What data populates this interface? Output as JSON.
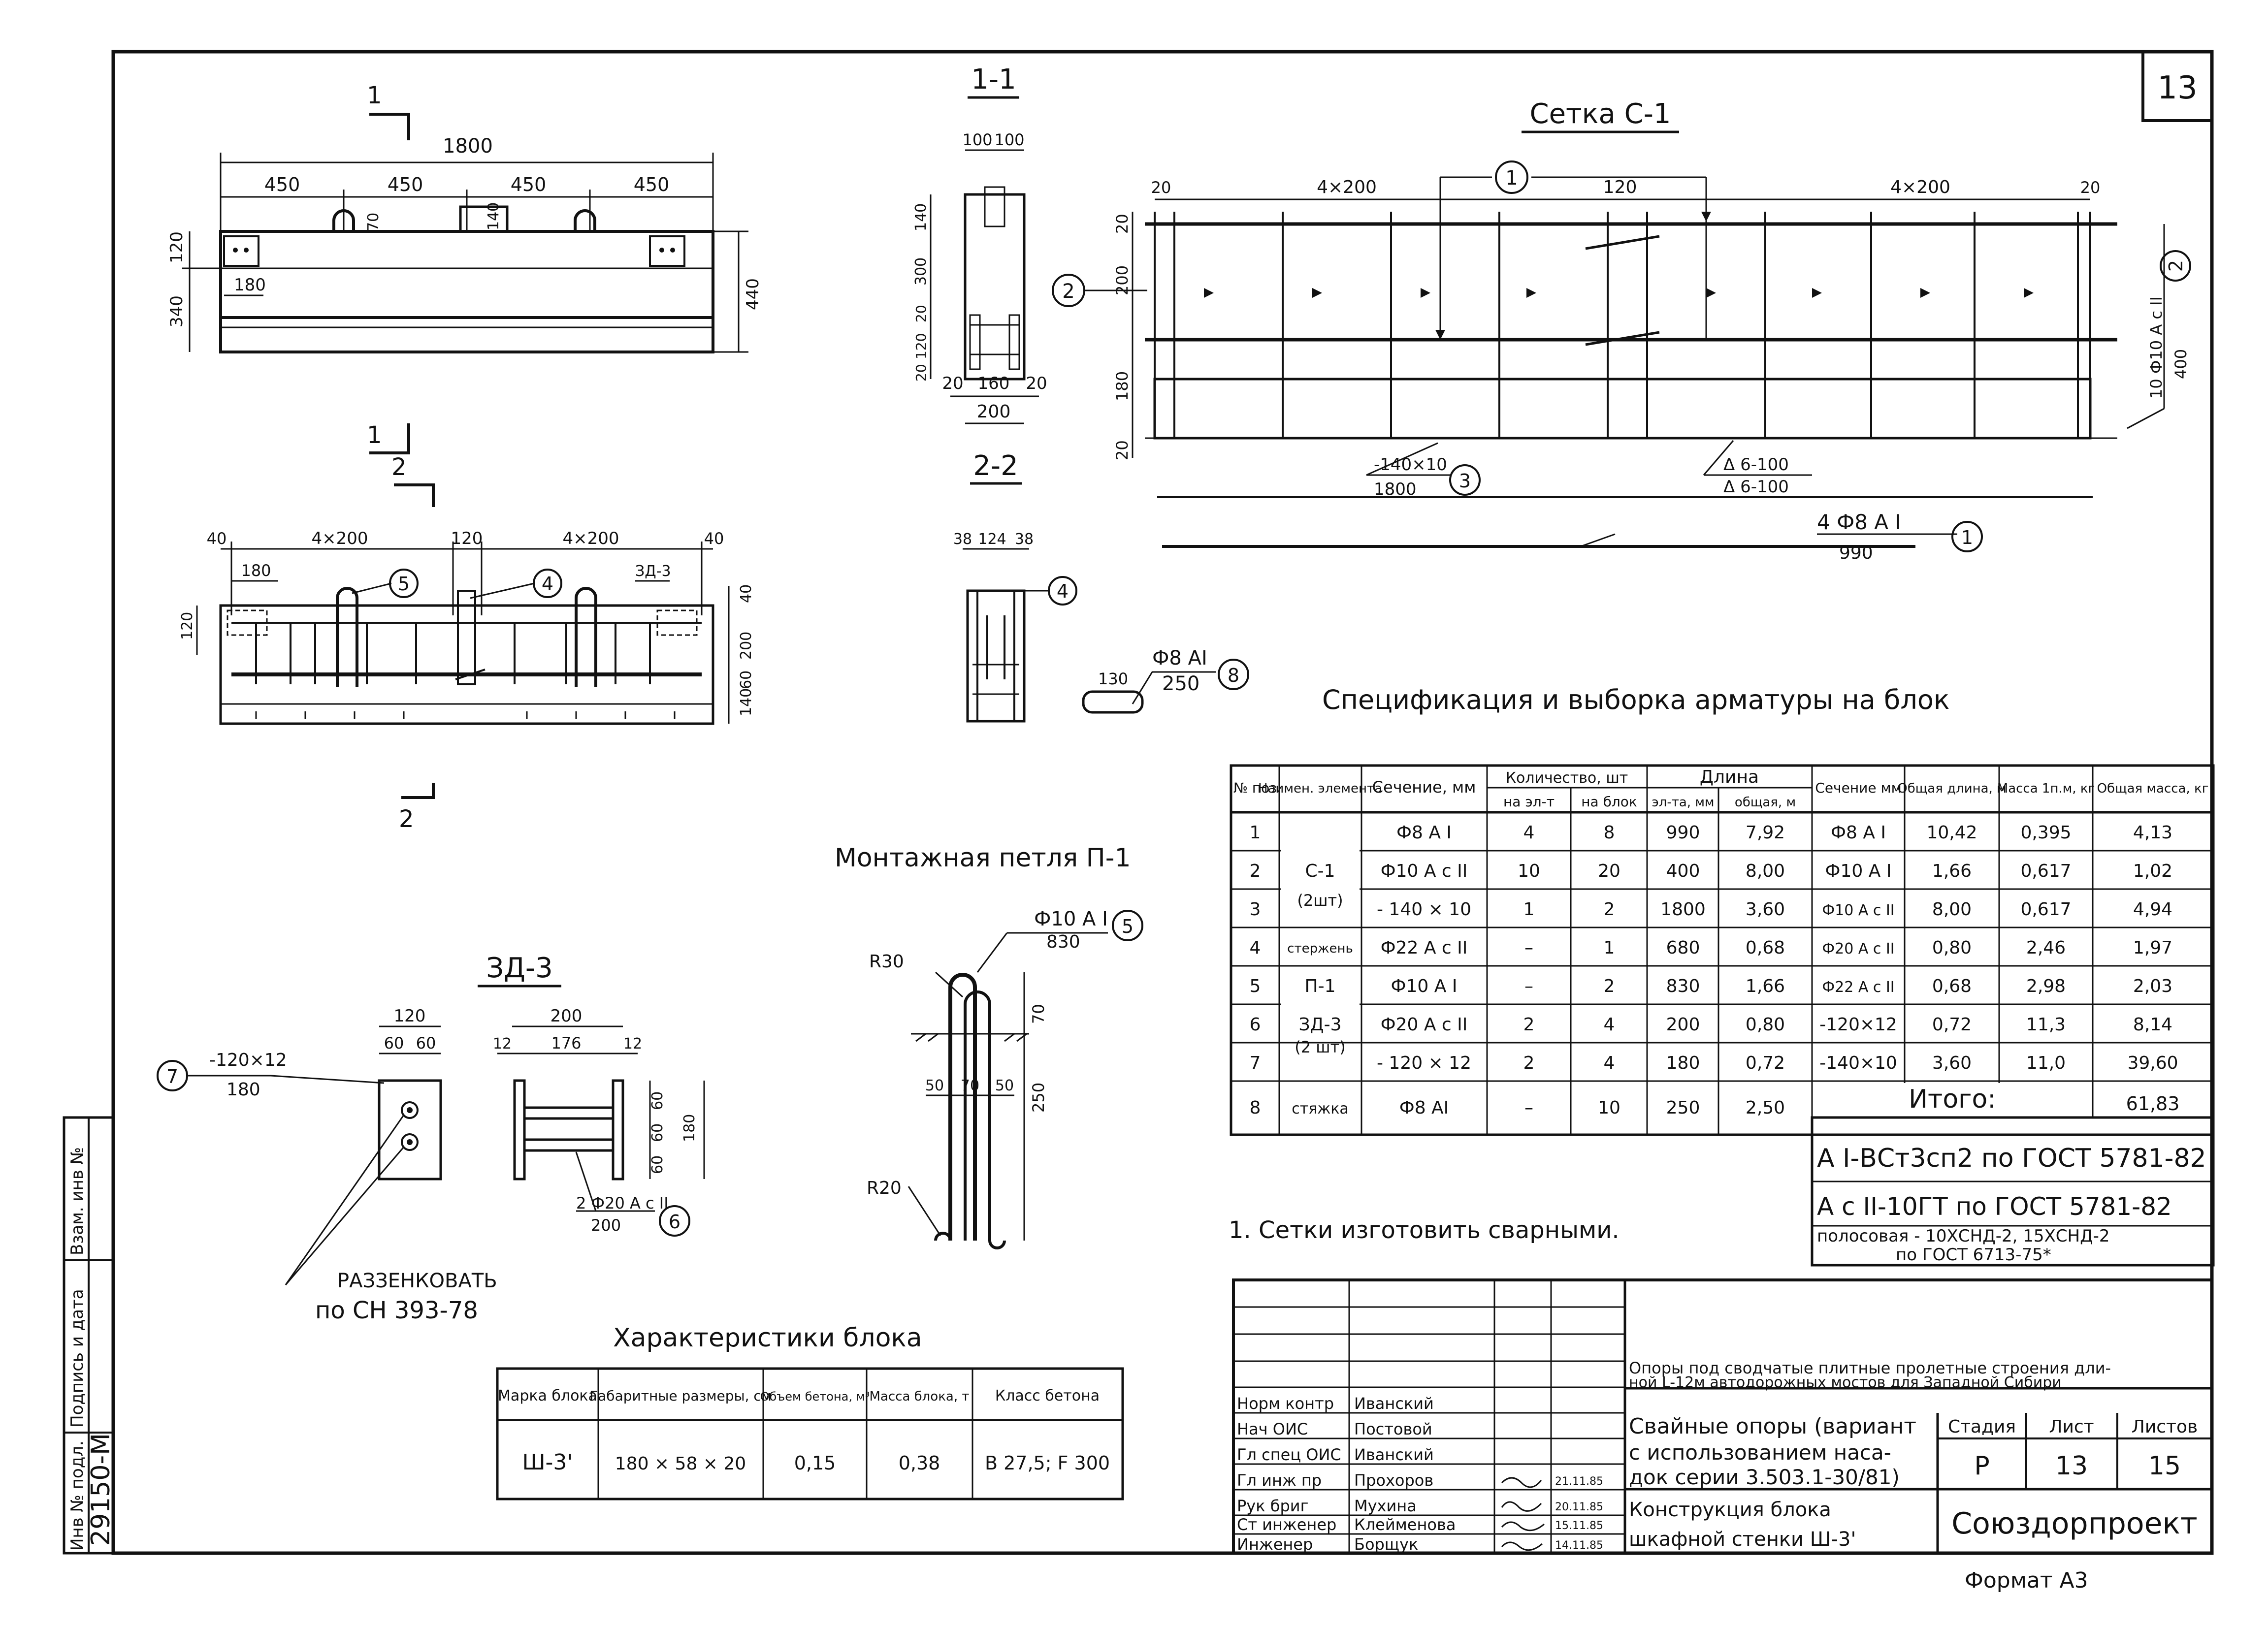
{
  "sheet_number": "13",
  "side_strip": {
    "inv_podl_label": "Инв № подл.",
    "inv_podl_value": "29150-М",
    "signature_date_label": "Подпись и дата",
    "vzam_label": "Взам. инв №"
  },
  "view_plan": {
    "section_mark": "1",
    "dim_total": "1800",
    "dims_top": [
      "450",
      "450",
      "450",
      "450"
    ],
    "dim_70": "70",
    "dim_140": "140",
    "dim_120": "120",
    "dim_340": "340",
    "dim_180": "180",
    "dim_440": "440"
  },
  "section_1_1": {
    "title": "1-1",
    "dims_top": [
      "100",
      "100"
    ],
    "dims_left": [
      "140",
      "300",
      "20",
      "120",
      "20"
    ],
    "dims_bottom": [
      "20",
      "160",
      "20"
    ],
    "dim_total": "200"
  },
  "view_rebar": {
    "section_mark": "2",
    "dims_top": [
      "40",
      "4×200",
      "120",
      "4×200",
      "40"
    ],
    "dim_180": "180",
    "label_zd": "ЗД-3",
    "dims_right": [
      "40",
      "200",
      "140",
      "60"
    ],
    "dim_120": "120",
    "callouts": [
      "5",
      "4"
    ]
  },
  "section_2_2": {
    "title": "2-2",
    "dims_top": [
      "38",
      "124",
      "38"
    ],
    "callout": "4"
  },
  "mesh_c1": {
    "title": "Сетка С-1",
    "dims_top": [
      "20",
      "4×200",
      "120",
      "4×200",
      "20"
    ],
    "callout_top": "1",
    "callout_left": "2",
    "dims_left": [
      "20",
      "200",
      "180",
      "20"
    ],
    "side_label": "10 Ф10 А c II",
    "side_value": "400",
    "callout_side": "2",
    "strip_label": "-140×10",
    "strip_value": "1800",
    "strip_callout": "3",
    "step_label_1": "Δ 6-100",
    "step_label_2": "Δ 6-100",
    "bar_label": "4 Ф8 А I",
    "bar_value": "990",
    "bar_callout": "1"
  },
  "tie": {
    "label": "Ф8 АI",
    "value": "250",
    "dim": "130",
    "callout": "8"
  },
  "loop": {
    "title": "Монтажная петля П-1",
    "label": "Ф10 А I",
    "value": "830",
    "callout": "5",
    "r30": "R30",
    "r20": "R20",
    "dims": [
      "70",
      "250",
      "50",
      "70",
      "50"
    ]
  },
  "zd3": {
    "title": "ЗД-3",
    "plate_label": "-120×12",
    "plate_value": "180",
    "callout_plate": "7",
    "dims_plate": [
      "120",
      "60",
      "60"
    ],
    "dims_side": [
      "200",
      "12",
      "176",
      "12"
    ],
    "dims_right": [
      "60",
      "60",
      "60",
      "180"
    ],
    "rebar_label": "2 Ф20 А c II",
    "rebar_value": "200",
    "callout_rebar": "6",
    "note_line1": "РАЗЗЕНКОВАТЬ",
    "note_line2": "по СН 393-78"
  },
  "spec": {
    "title": "Спецификация и выборка арматуры на блок",
    "headers_row1": [
      "№ поз",
      "Наимен. элемента",
      "Сечение, мм",
      "Количество, шт",
      "Длина",
      "Сечение мм",
      "Общая длина, м",
      "Масса 1п.м, кг",
      "Общая масса, кг"
    ],
    "headers_row2": [
      "на эл-т",
      "на блок",
      "эл-та, мм",
      "общая, м"
    ],
    "rows": [
      {
        "pos": "1",
        "name": "",
        "section": "Ф8 А I",
        "per_el": "4",
        "per_block": "8",
        "len_el": "990",
        "len_total": "7,92"
      },
      {
        "pos": "2",
        "name": "С-1",
        "section": "Ф10 А c II",
        "per_el": "10",
        "per_block": "20",
        "len_el": "400",
        "len_total": "8,00"
      },
      {
        "pos": "3",
        "name": "(2шт)",
        "section": "- 140 × 10",
        "per_el": "1",
        "per_block": "2",
        "len_el": "1800",
        "len_total": "3,60"
      },
      {
        "pos": "4",
        "name": "стержень",
        "section": "Ф22 А c II",
        "per_el": "–",
        "per_block": "1",
        "len_el": "680",
        "len_total": "0,68"
      },
      {
        "pos": "5",
        "name": "П-1",
        "section": "Ф10 А I",
        "per_el": "–",
        "per_block": "2",
        "len_el": "830",
        "len_total": "1,66"
      },
      {
        "pos": "6",
        "name": "ЗД-3",
        "section": "Ф20 А c II",
        "per_el": "2",
        "per_block": "4",
        "len_el": "200",
        "len_total": "0,80"
      },
      {
        "pos": "7",
        "name": "(2 шт)",
        "section": "- 120 × 12",
        "per_el": "2",
        "per_block": "4",
        "len_el": "180",
        "len_total": "0,72"
      },
      {
        "pos": "8",
        "name": "стяжка",
        "section": "Ф8 АI",
        "per_el": "–",
        "per_block": "10",
        "len_el": "250",
        "len_total": "2,50"
      }
    ],
    "summary_rows": [
      {
        "section": "Ф8 А I",
        "length": "10,42",
        "mass1": "0,395",
        "mass": "4,13"
      },
      {
        "section": "Ф10 А I",
        "length": "1,66",
        "mass1": "0,617",
        "mass": "1,02"
      },
      {
        "section": "Ф10 А c II",
        "length": "8,00",
        "mass1": "0,617",
        "mass": "4,94"
      },
      {
        "section": "Ф20 А c II",
        "length": "0,80",
        "mass1": "2,46",
        "mass": "1,97"
      },
      {
        "section": "Ф22 А c II",
        "length": "0,68",
        "mass1": "2,98",
        "mass": "2,03"
      },
      {
        "section": "-120×12",
        "length": "0,72",
        "mass1": "11,3",
        "mass": "8,14"
      },
      {
        "section": "-140×10",
        "length": "3,60",
        "mass1": "11,0",
        "mass": "39,60"
      }
    ],
    "total_label": "Итого:",
    "total_value": "61,83",
    "notes": [
      "А I-ВСт3сп2 по ГОСТ 5781-82",
      "А c II-10ГТ по ГОСТ 5781-82",
      "полосовая - 10ХСНД-2, 15ХСНД-2",
      "по ГОСТ 6713-75*"
    ]
  },
  "general_note": "1. Сетки изготовить сварными.",
  "characteristics": {
    "title": "Характеристики блока",
    "headers": [
      "Марка блока",
      "Габаритные размеры, см",
      "Объем бетона, м³",
      "Масса блока, т",
      "Класс бетона"
    ],
    "row": [
      "Ш-3'",
      "180 × 58 × 20",
      "0,15",
      "0,38",
      "В 27,5; F 300"
    ]
  },
  "title_block": {
    "project_line1": "Опоры под сводчатые плитные пролетные строения дли-",
    "project_line2": "ной L-12м автодорожных мостов для Западной Сибири",
    "subject_line1": "Свайные опоры (вариант",
    "subject_line2": "с использованием наса-",
    "subject_line3": "док серии 3.503.1-30/81)",
    "drawing_line1": "Конструкция блока",
    "drawing_line2": "шкафной стенки Ш-3'",
    "stage_label": "Стадия",
    "sheet_label": "Лист",
    "sheets_label": "Листов",
    "stage": "Р",
    "sheet": "13",
    "sheets": "15",
    "organization": "Союздорпроект",
    "format": "Формат А3",
    "roles": [
      {
        "role": "Норм контр",
        "name": "Иванский",
        "date": ""
      },
      {
        "role": "Нач ОИС",
        "name": "Постовой",
        "date": ""
      },
      {
        "role": "Гл спец ОИС",
        "name": "Иванский",
        "date": ""
      },
      {
        "role": "Гл инж пр",
        "name": "Прохоров",
        "date": "21.11.85"
      },
      {
        "role": "Рук бриг",
        "name": "Мухина",
        "date": "20.11.85"
      },
      {
        "role": "Ст инженер",
        "name": "Клейменова",
        "date": "15.11.85"
      },
      {
        "role": "Инженер",
        "name": "Борщук",
        "date": "14.11.85"
      }
    ]
  }
}
